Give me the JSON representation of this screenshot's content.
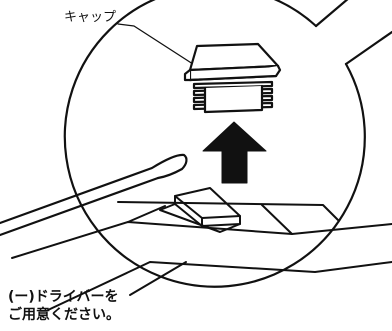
{
  "labels": {
    "cap": "キャップ",
    "instruction_line1": "(ー)ドライバーを",
    "instruction_line2": "ご用意ください。"
  },
  "colors": {
    "line": "#111111",
    "background": "#ffffff"
  }
}
